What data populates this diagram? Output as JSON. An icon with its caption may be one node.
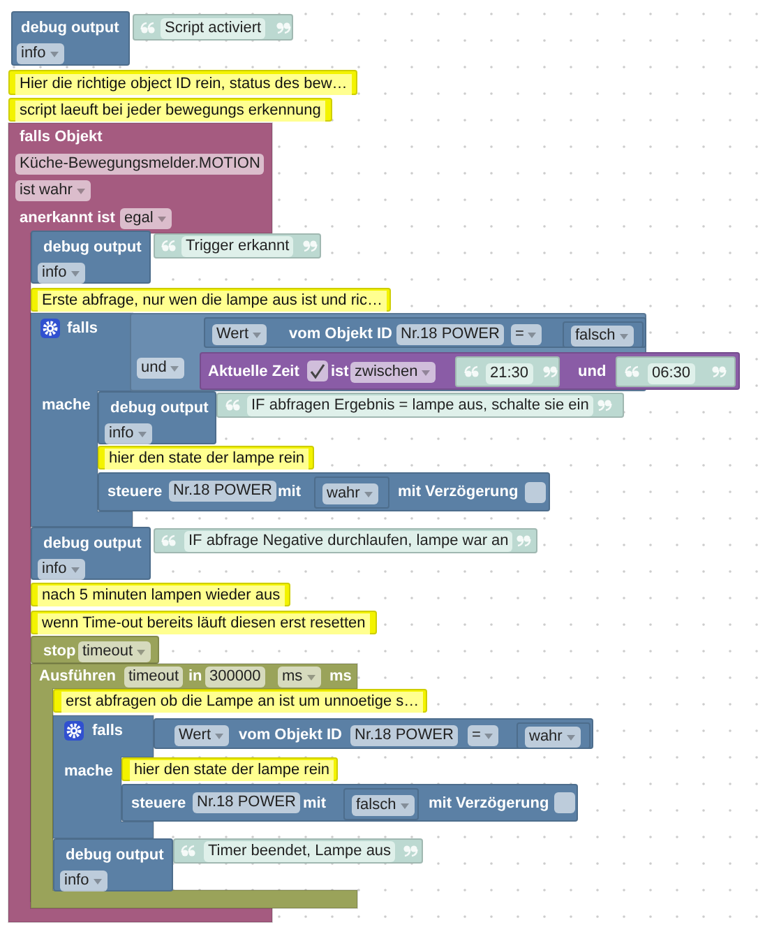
{
  "diagram": {
    "nodes": [
      {
        "text": [
          "debug output",
          "info"
        ]
      },
      {
        "text": [
          "Script activiert"
        ]
      },
      {
        "text": [
          "Hier die richtige object ID rein, status des bew…"
        ]
      },
      {
        "text": [
          "script laeuft bei jeder bewegungs erkennung"
        ]
      },
      {
        "text": [
          "falls Objekt",
          "Küche-Bewegungsmelder.MOTION",
          "ist wahr",
          "anerkannt ist",
          "egal"
        ]
      },
      {
        "text": [
          "debug output",
          "info"
        ],
        "in": 4
      },
      {
        "text": [
          "Trigger erkannt"
        ]
      },
      {
        "text": [
          "Erste abfrage, nur wen die lampe aus ist und ric…"
        ]
      },
      {
        "text": [
          "falls",
          "mache"
        ],
        "in": 4
      },
      {
        "text": [
          "und"
        ]
      },
      {
        "text": [
          "Wert",
          "vom Objekt ID",
          "Nr.18 POWER",
          "="
        ],
        "in": 9
      },
      {
        "text": [
          "falsch"
        ],
        "in": 10
      },
      {
        "text": [
          "Aktuelle Zeit",
          "ist",
          "zwischen",
          "und"
        ]
      },
      {
        "text": [
          "21:30"
        ],
        "in": 12
      },
      {
        "text": [
          "06:30"
        ],
        "in": 12
      },
      {
        "text": [
          "debug output",
          "info"
        ],
        "in": 4
      },
      {
        "text": [
          "IF abfragen Ergebnis = lampe aus, schalte sie ein"
        ]
      },
      {
        "text": [
          "hier den state der lampe rein"
        ]
      },
      {
        "text": [
          "steuere",
          "Nr.18 POWER",
          "mit",
          "mit Verzögerung"
        ]
      },
      {
        "text": [
          "wahr"
        ],
        "in": 18
      },
      {
        "text": [
          "debug output",
          "info"
        ],
        "in": 4
      },
      {
        "text": [
          "IF abfrage Negative durchlaufen, lampe war an"
        ]
      },
      {
        "text": [
          "nach 5 minuten lampen wieder aus"
        ]
      },
      {
        "text": [
          "wenn Time-out bereits läuft diesen erst resetten"
        ]
      },
      {
        "text": [
          "stop",
          "timeout"
        ],
        "in": 4
      },
      {
        "text": [
          "Ausführen",
          "timeout",
          "in",
          "300000",
          "ms",
          "ms"
        ]
      },
      {
        "text": [
          "erst abfragen ob die Lampe an ist um unnoetige s…"
        ]
      },
      {
        "text": [
          "falls",
          "mache"
        ],
        "in": 25
      },
      {
        "text": [
          "Wert",
          "vom Objekt ID",
          "Nr.18 POWER",
          "="
        ]
      },
      {
        "text": [
          "wahr"
        ],
        "in": 28
      },
      {
        "text": [
          "hier den state der lampe rein"
        ],
        "in": 25
      },
      {
        "text": [
          "steuere",
          "Nr.18 POWER",
          "mit",
          "mit Verzögerung"
        ]
      },
      {
        "text": [
          "falsch"
        ],
        "in": 31
      },
      {
        "text": [
          "debug output",
          "info"
        ],
        "in": 25
      },
      {
        "text": [
          "Timer beendet, Lampe aus"
        ]
      }
    ]
  }
}
